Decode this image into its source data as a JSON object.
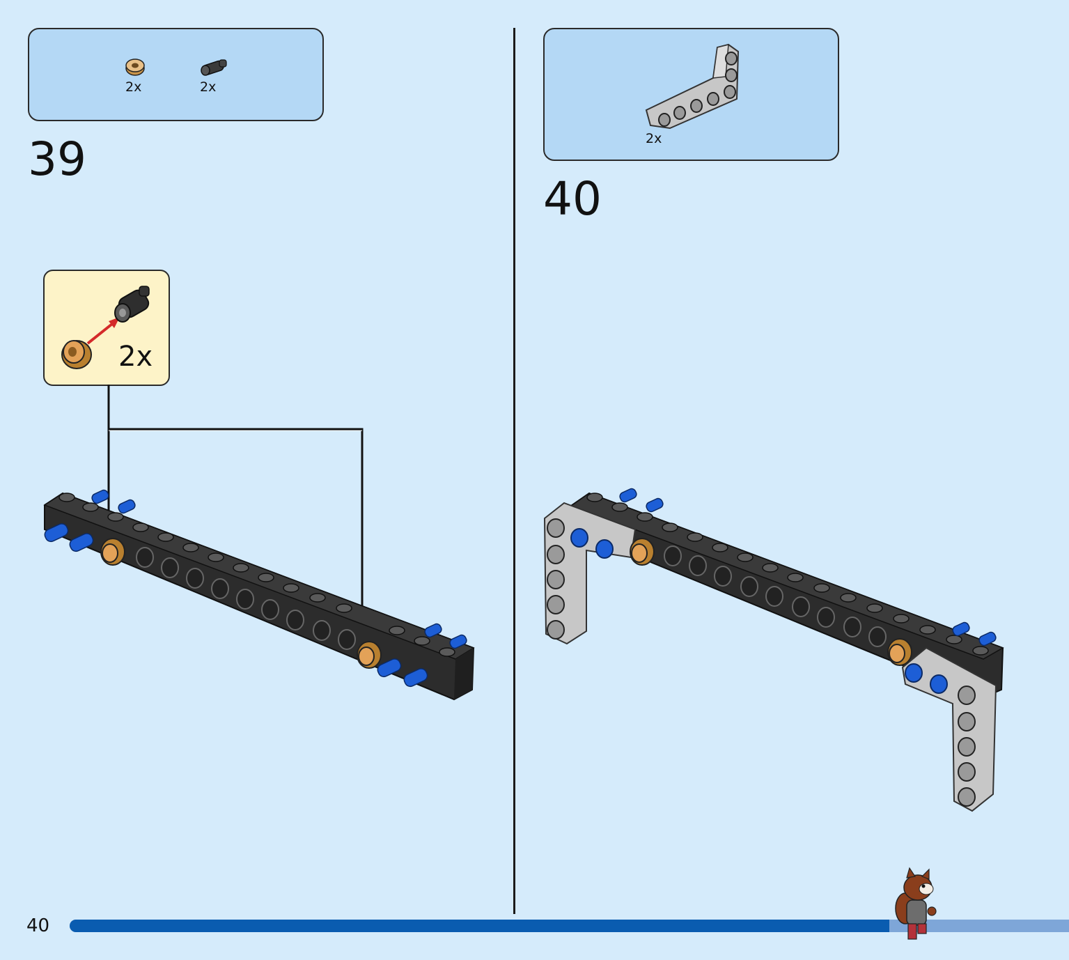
{
  "page": {
    "number": "40",
    "progress_fraction": 0.82
  },
  "steps": [
    {
      "number": "39",
      "parts": [
        {
          "icon": "tan-bush-icon",
          "quantity": "2x"
        },
        {
          "icon": "black-axle-pin-icon",
          "quantity": "2x"
        }
      ],
      "callout": {
        "quantity": "2x"
      }
    },
    {
      "number": "40",
      "parts": [
        {
          "icon": "gray-angled-beam-icon",
          "quantity": "2x"
        }
      ]
    }
  ],
  "colors": {
    "background": "#d5ebfb",
    "parts_box": "#b4d8f5",
    "callout": "#fdf3c8",
    "progress_fill": "#0a5cb0",
    "progress_track": "#7ea6d8"
  }
}
